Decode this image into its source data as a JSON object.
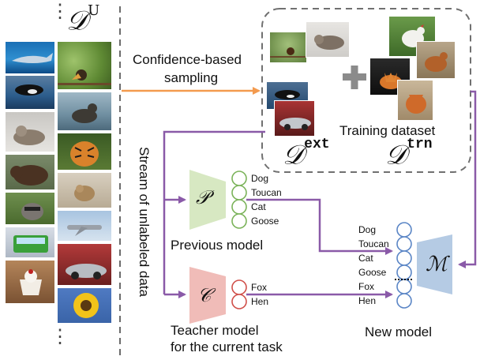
{
  "stream": {
    "set_symbol": "𝒟",
    "set_superscript": "U",
    "label": "Stream of unlabeled data",
    "top_ellipsis": "⋮",
    "bottom_ellipsis": "⋮",
    "left_column": [
      "shark",
      "orca",
      "cat",
      "bear",
      "raccoon",
      "bus",
      "dessert"
    ],
    "right_column": [
      "toucan",
      "seal",
      "tiger",
      "gerbil",
      "airplane",
      "car",
      "sunflower"
    ]
  },
  "sampling": {
    "line1": "Confidence-based",
    "line2": "sampling"
  },
  "training_box": {
    "caption": "Training dataset",
    "ext_symbol": "𝒟",
    "ext_sup": "ext",
    "trn_symbol": "𝒟",
    "trn_sup": "trn",
    "plus": "+"
  },
  "previous_model": {
    "symbol": "𝒫",
    "title": "Previous model",
    "classes": [
      "Dog",
      "Toucan",
      "Cat",
      "Goose"
    ]
  },
  "teacher_model": {
    "symbol": "𝒞",
    "title_line1": "Teacher model",
    "title_line2": "for the current task",
    "classes": [
      "Fox",
      "Hen"
    ]
  },
  "new_model": {
    "symbol": "ℳ",
    "title": "New model",
    "classes": [
      "Dog",
      "Toucan",
      "Cat",
      "Goose",
      "Fox",
      "Hen"
    ]
  },
  "colors": {
    "sampling_arrow": "#f39a4e",
    "flow_arrow": "#8a5aa8",
    "previous_model": "#d7e8c2",
    "teacher_model": "#f0bcb8",
    "new_model": "#b5cbe4",
    "node_previous": "#7bb35a",
    "node_teacher": "#d0504a",
    "node_new": "#5b86c6",
    "dashed_border": "#707070"
  }
}
